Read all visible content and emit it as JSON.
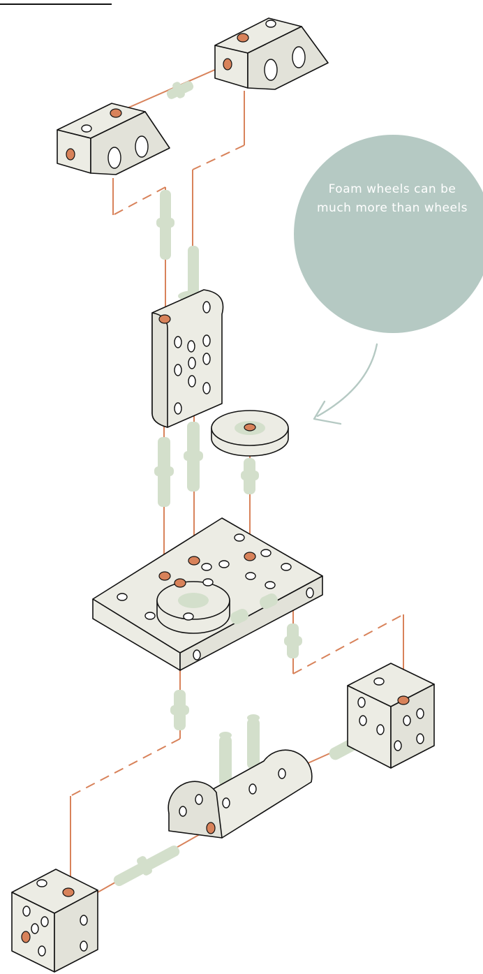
{
  "callout": {
    "text": "Foam wheels can be much more than wheels"
  },
  "colors": {
    "block_fill": "#ecece4",
    "block_stroke": "#111111",
    "connector_line": "#d8825a",
    "peg": "#d3dfcb",
    "callout_bg": "#b5c9c3",
    "arrow": "#b5c9c3"
  },
  "parts": [
    {
      "name": "wedge-block-left",
      "icon": "wedge-block-icon"
    },
    {
      "name": "wedge-block-right",
      "icon": "wedge-block-icon"
    },
    {
      "name": "tall-rounded-block",
      "icon": "rounded-block-icon"
    },
    {
      "name": "foam-wheel",
      "icon": "wheel-icon"
    },
    {
      "name": "base-plate",
      "icon": "plate-icon"
    },
    {
      "name": "half-cylinder-block",
      "icon": "half-cylinder-icon"
    },
    {
      "name": "cube-block-left",
      "icon": "cube-icon"
    },
    {
      "name": "cube-block-right",
      "icon": "cube-icon"
    }
  ]
}
